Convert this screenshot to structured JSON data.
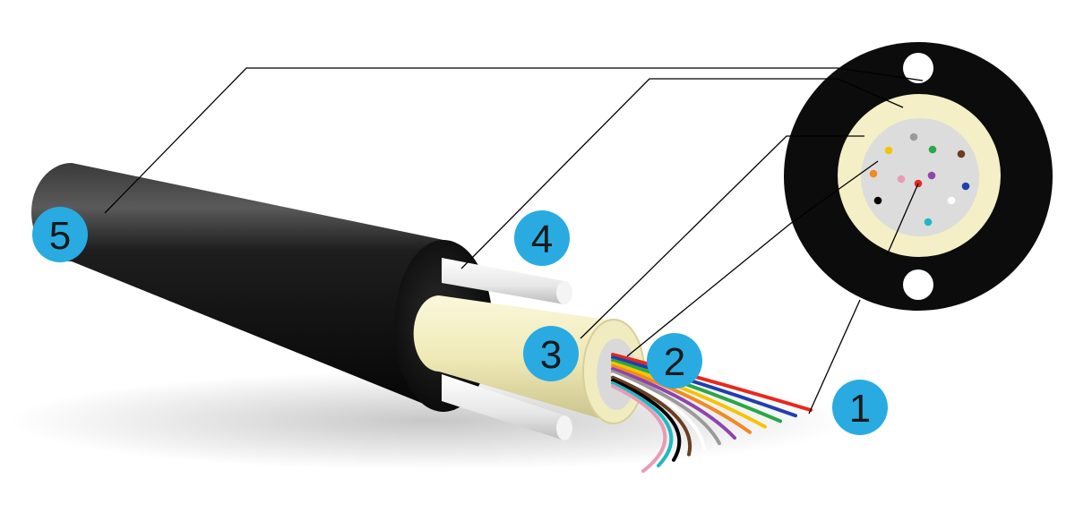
{
  "colors": {
    "jacket": "#121212",
    "core_tube": "#f3eec0",
    "rods": "#efefef",
    "gel": "#d8d8d8",
    "callout_fill": "#29abe2",
    "callout_text": "#1a1a1a",
    "leader_line": "#000000"
  },
  "fiber_colors": [
    "#e8281e",
    "#1f3fae",
    "#2aa748",
    "#f5c400",
    "#f08a24",
    "#8e44ad",
    "#9a9a9a",
    "#ffffff",
    "#6b3d22",
    "#000000",
    "#20b8c4",
    "#e89bb5"
  ],
  "callouts": [
    {
      "id": "1",
      "label": "1"
    },
    {
      "id": "2",
      "label": "2"
    },
    {
      "id": "3",
      "label": "3"
    },
    {
      "id": "4",
      "label": "4"
    },
    {
      "id": "5",
      "label": "5"
    }
  ]
}
